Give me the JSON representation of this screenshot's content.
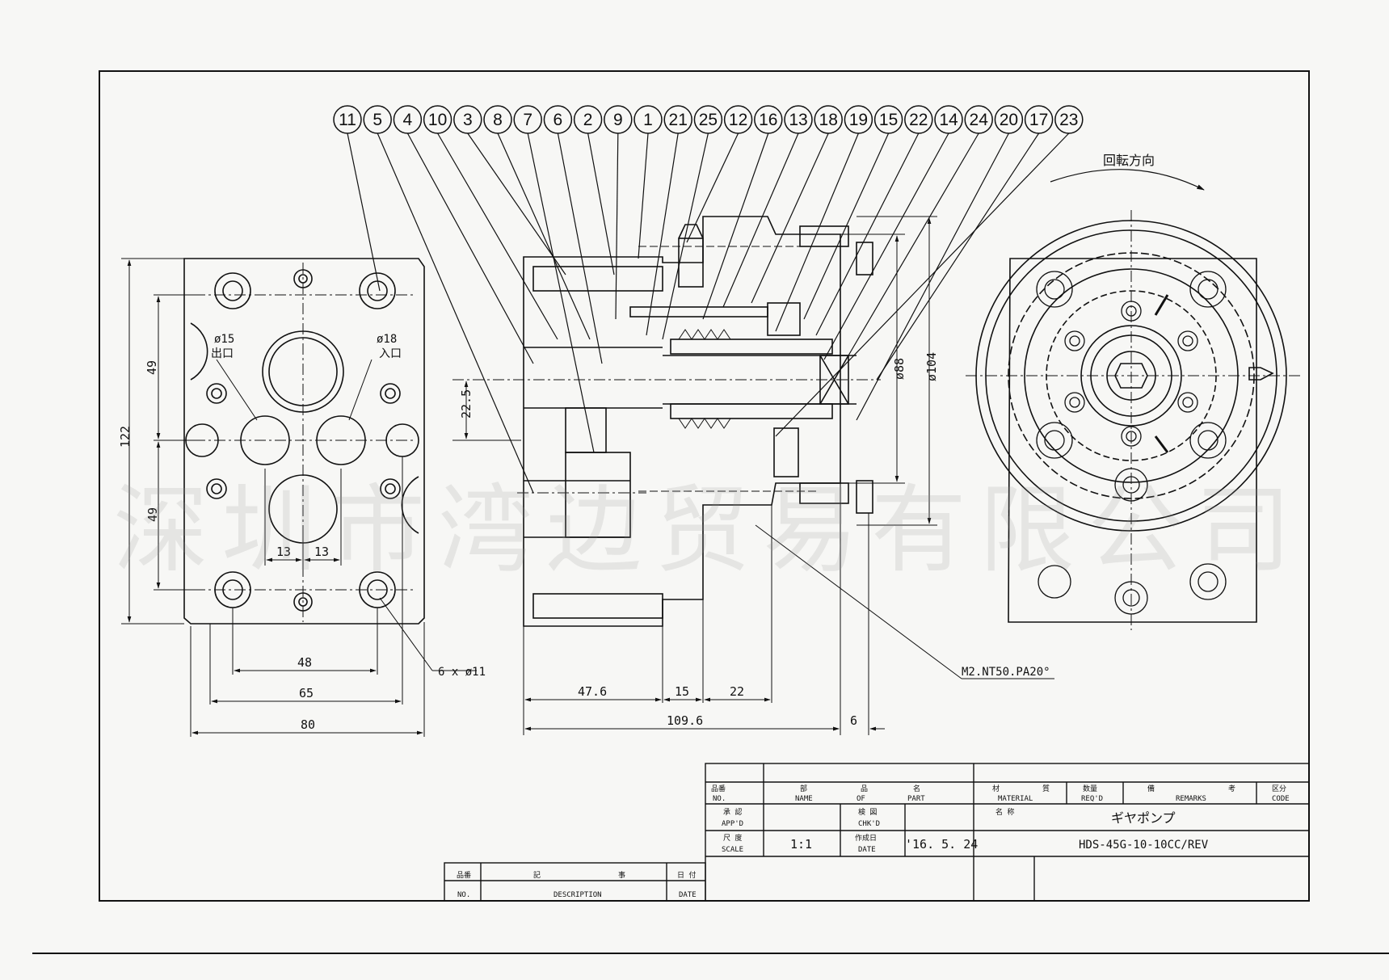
{
  "balloons": [
    "11",
    "5",
    "4",
    "10",
    "3",
    "8",
    "7",
    "6",
    "2",
    "9",
    "1",
    "21",
    "25",
    "12",
    "16",
    "13",
    "18",
    "19",
    "15",
    "22",
    "14",
    "24",
    "20",
    "17",
    "23"
  ],
  "rotation_label": "回転方向",
  "front_view": {
    "port_out_size": "ø15",
    "port_out_label": "出口",
    "port_in_size": "ø18",
    "port_in_label": "入口",
    "dim_height_total": "122",
    "dim_upper_49": "49",
    "dim_lower_49": "49",
    "dim_13_left": "13",
    "dim_13_right": "13",
    "dim_48": "48",
    "dim_65": "65",
    "dim_80": "80",
    "holes_note": "6 x ø11"
  },
  "side_view": {
    "dim_22_5": "22.5",
    "dim_dia_88": "ø88",
    "dim_dia_104": "ø104",
    "dim_47_6": "47.6",
    "dim_15": "15",
    "dim_22": "22",
    "dim_109_6": "109.6",
    "dim_6": "6",
    "gear_note": "M2.NT50.PA20°"
  },
  "title_block": {
    "hdr_no_jp": "品番",
    "hdr_no_en": "NO.",
    "hdr_name_jp": [
      "部",
      "品",
      "名"
    ],
    "hdr_name_en": [
      "NAME",
      "OF",
      "PART"
    ],
    "hdr_material_jp": [
      "材",
      "質"
    ],
    "hdr_material_en": "MATERIAL",
    "hdr_qty_jp": "数量",
    "hdr_qty_en": "REQ'D",
    "hdr_remarks_jp": [
      "備",
      "考"
    ],
    "hdr_remarks_en": "REMARKS",
    "hdr_code_jp": "区分",
    "hdr_code_en": "CODE",
    "appd_jp": "承 認",
    "appd_en": "APP'D",
    "chkd_jp": "検 図",
    "chkd_en": "CHK'D",
    "title_jp": "名 称",
    "title_value": "ギヤポンプ",
    "scale_jp": "尺 度",
    "scale_en": "SCALE",
    "scale_value": "1:1",
    "date_jp": "作成日",
    "date_en": "DATE",
    "date_value": "'16. 5. 24",
    "drawing_no": "HDS-45G-10-10CC/REV"
  },
  "revision_block": {
    "no_jp": "品番",
    "no_en": "NO.",
    "desc_jp": [
      "記",
      "事"
    ],
    "desc_en": "DESCRIPTION",
    "date_jp": "日 付",
    "date_en": "DATE"
  },
  "watermark": "深圳市湾边贸易有限公司"
}
